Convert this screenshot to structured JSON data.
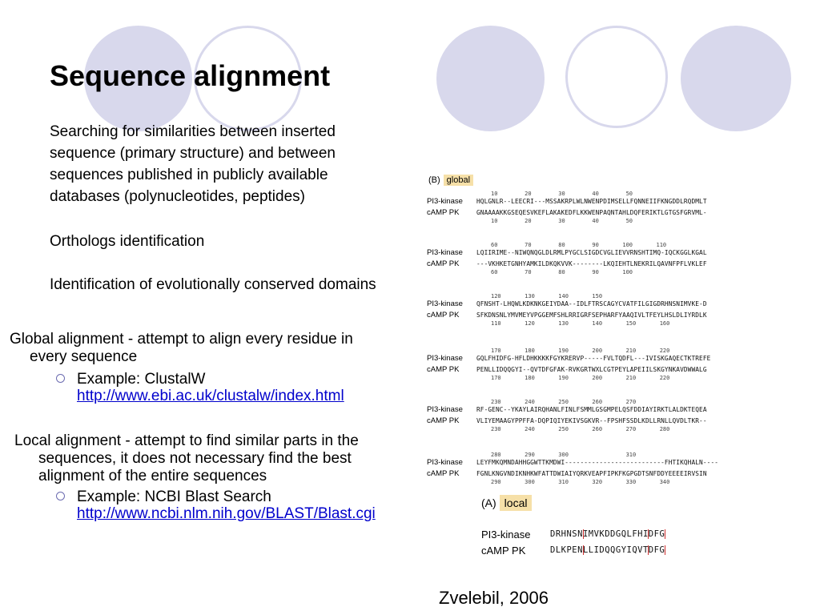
{
  "slide": {
    "title": "Sequence alignment",
    "intro": [
      "Searching for similarities between inserted sequence (primary structure) and between sequences published in publicly available databases (polynucleotides, peptides)",
      "Orthologs identification",
      "Identification of  evolutionally conserved domains"
    ],
    "global": {
      "text": "Global  alignment - attempt to align every residue in every sequence",
      "example_label": "Example: ClustalW",
      "example_link": "http://www.ebi.ac.uk/clustalw/index.html"
    },
    "local": {
      "text": "Local alignment - attempt to find similar parts in the sequences, it does not necessary find the best alignment of the entire sequences",
      "example_label": "Example: NCBI Blast Search",
      "example_link": "http://www.ncbi.nlm.nih.gov/BLAST/Blast.cgi"
    },
    "citation": "Zvelebil, 2006"
  },
  "figure": {
    "panel_b_letter": "(B)",
    "panel_b_tag": "global",
    "seq1_name": "PI3-kinase",
    "seq2_name": "cAMP PK",
    "blocks": [
      {
        "top_nums": "10        20        30        40        50",
        "seq1": "HQLGNLR--LEECRI---MSSAKRPLWLNWENPDIMSELLFQNNEIIFKNGDDLRQDMLT",
        "seq2": "GNAAAAKKGSEQESVKEFLAKAKEDFLKKWENPAQNTAHLDQFERIKTLGTGSFGRVML-",
        "bottom_nums": "10        20        30        40        50"
      },
      {
        "top_nums": "60        70        80        90       100       110",
        "seq1": "LQIIRIME--NIWQNQGLDLRMLPYGCLSIGDCVGLIEVVRNSHTIMQ-IQCKGGLKGAL",
        "seq2": "---VKHKETGNHYAMKILDKQKVVK--------LKQIEHTLNEKRILQAVNFPFLVKLEF",
        "bottom_nums": "60        70        80        90       100"
      },
      {
        "top_nums": "120       130       140       150",
        "seq1": "QFNSHT-LHQWLKDKNKGEIYDAA--IDLFTRSCAGYCVATFILGIGDRHNSNIMVKE-D",
        "seq2": "SFKDNSNLYMVMEYVPGGEMFSHLRRIGRFSEPHARFYAAQIVLTFEYLHSLDLIYRDLK",
        "bottom_nums": "110       120       130       140       150       160"
      },
      {
        "top_nums": "170       180       190       200       210       220",
        "seq1": "GQLFHIDFG-HFLDHKKKKFGYKRERVP-----FVLTQDFL---IVISKGAQECTKTREFE",
        "seq2": "PENLLIDQQGYI--QVTDFGFAK-RVKGRTWXLCGTPEYLAPEIILSKGYNKAVDWWALG",
        "bottom_nums": "170       180       190       200       210       220"
      },
      {
        "top_nums": "230       240       250       260       270",
        "seq1": "RF-GENC--YKAYLAIRQHANLFINLFSMMLGSGMPELQSFDDIAYIRKTLALDKTEQEA",
        "seq2": "VLIYEMAAGYPPFFA-DQPIQIYEKIVSGKVR--FPSHFSSDLKDLLRNLLQVDLTKR--",
        "bottom_nums": "230       240       250       260       270       280"
      },
      {
        "top_nums": "280       290       300                 310",
        "seq1": "LEYFMKQMNDAHHGGWTTKMDWI--------------------------FHTIKQHALN----",
        "seq2": "FGNLKNGVNDIKNHKWFATTDWIAIYQRKVEAPFIPKFKGPGDTSNFDDYEEEEIRVSIN",
        "bottom_nums": "290       300       310       320       330       340"
      }
    ],
    "panel_a_letter": "(A)",
    "panel_a_tag": "local",
    "local_seq1": "DRHNSNIMVKDDGQLFHIDFG",
    "local_seq2": "DLKPENLLIDQQGYIQVTDFG"
  },
  "colors": {
    "circle_fill": "#d8d8ec",
    "link": "#0000cc",
    "tag_highlight": "#f6e0a8",
    "match_highlight": "#cfe9c8",
    "motif_box": "#d03030"
  }
}
